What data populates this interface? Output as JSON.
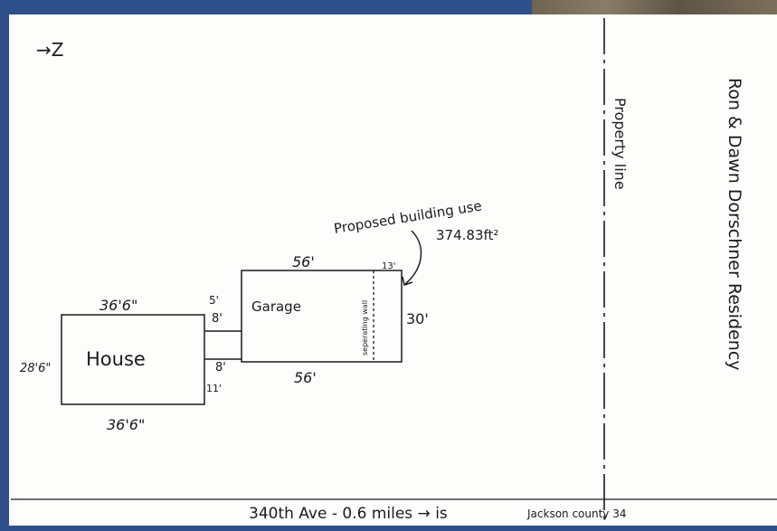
{
  "north_arrow": "→Z",
  "house": {
    "label": "House",
    "top_dim": "36'6\"",
    "bottom_dim": "36'6\"",
    "side_dim": "28'6\""
  },
  "connector": {
    "dim_top": "5'",
    "dim_mid": "8'",
    "dim_low": "8'",
    "dim_bottom": "11'"
  },
  "garage": {
    "label": "Garage",
    "top_dim": "56'",
    "bottom_dim": "56'",
    "side_dim": "30'",
    "addition_dim": "13'",
    "wall_label": "seperating wall"
  },
  "proposal": {
    "line1": "Proposed building use",
    "line2": "374.83ft²"
  },
  "property_line": "Property line",
  "residence": "Ron & Dawn Dorschner Residency",
  "road": {
    "text": "340th Ave - 0.6 miles → is",
    "note": "Jackson county 34"
  }
}
